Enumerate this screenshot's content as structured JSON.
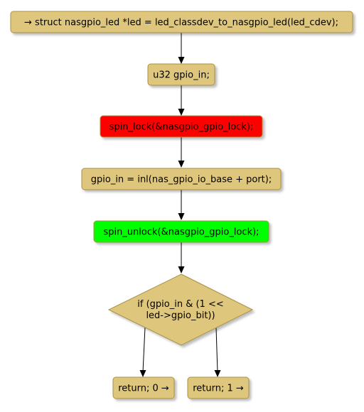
{
  "colors": {
    "node_fill": "#dec77c",
    "node_border": "#a89244",
    "shadow": "#c8c8c8",
    "lock_fill": "#ff0000",
    "unlock_fill": "#00ff00",
    "edge": "#000000"
  },
  "nodes": {
    "start": {
      "text": "→ struct nasgpio_led *led = led_classdev_to_nasgpio_led(led_cdev);"
    },
    "decl": {
      "text": "u32 gpio_in;"
    },
    "lock": {
      "text": "spin_lock(&nasgpio_gpio_lock);"
    },
    "read": {
      "text": "gpio_in = inl(nas_gpio_io_base + port);"
    },
    "unlock": {
      "text": "spin_unlock(&nasgpio_gpio_lock);"
    },
    "decision": {
      "line1": "if (gpio_in & (1 <<",
      "line2": "led->gpio_bit))"
    },
    "ret0": {
      "text": "return; 0 →"
    },
    "ret1": {
      "text": "return; 1 →"
    }
  }
}
